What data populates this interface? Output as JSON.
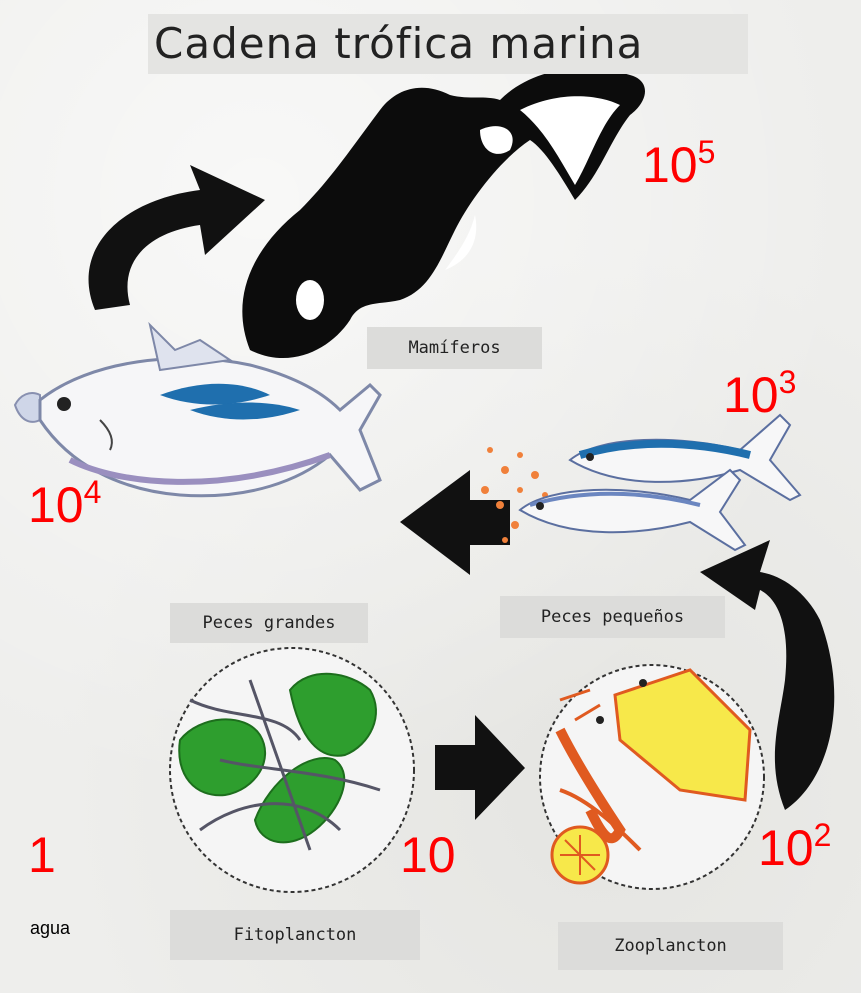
{
  "title": "Cadena trófica marina",
  "labels": {
    "mammals": "Mamíferos",
    "big_fish": "Peces grandes",
    "small_fish": "Peces pequeños",
    "phytoplankton": "Fitoplancton",
    "zooplankton": "Zooplancton",
    "water": "agua"
  },
  "numbers": {
    "water": {
      "base": "1",
      "exp": ""
    },
    "phytoplankton": {
      "base": "10",
      "exp": ""
    },
    "zooplankton": {
      "base": "10",
      "exp": "2"
    },
    "small_fish": {
      "base": "10",
      "exp": "3"
    },
    "big_fish": {
      "base": "10",
      "exp": "4"
    },
    "mammals": {
      "base": "10",
      "exp": "5"
    }
  },
  "colors": {
    "number": "#ff0000",
    "arrow": "#111111",
    "phytoplankton": "#2e9e2e",
    "zooplankton": "#f7e84a",
    "fish_blue": "#1f6fae"
  },
  "icons": [
    "orca-icon",
    "tuna-icon",
    "sardines-icon",
    "phytoplankton-icon",
    "zooplankton-icon",
    "arrow-icon"
  ]
}
